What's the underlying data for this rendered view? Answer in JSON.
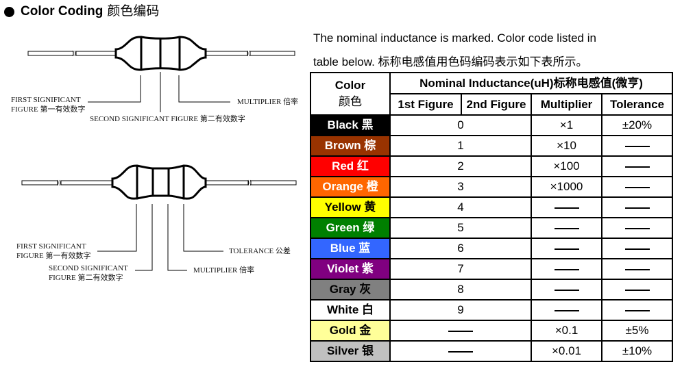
{
  "title": {
    "en": "Color Coding",
    "cn": "颜色编码"
  },
  "diagram_top": {
    "labels": {
      "first": [
        "FIRST SIGNIFICANT",
        "FIGURE 第一有效数字"
      ],
      "second": "SECOND SIGNIFICANT FIGURE 第二有效数字",
      "multiplier": "MULTIPLIER 倍率"
    }
  },
  "diagram_bottom": {
    "labels": {
      "first": [
        "FIRST SIGNIFICANT",
        "FIGURE 第一有效数字"
      ],
      "second": [
        "SECOND SIGNIFICANT",
        "FIGURE 第二有效数字"
      ],
      "multiplier": "MULTIPLIER 倍率",
      "tolerance": "TOLERANCE 公差"
    }
  },
  "intro": {
    "line1": "The nominal inductance is marked. Color code listed in",
    "line2": "table below. 标称电感值用色码编码表示如下表所示。"
  },
  "table": {
    "header": {
      "color_en": "Color",
      "color_cn": "颜色",
      "group": "Nominal Inductance(uH)标称电感值(微亨)",
      "cols": [
        "1st Figure",
        "2nd Figure",
        "Multiplier",
        "Tolerance"
      ]
    },
    "dash": "——",
    "rows": [
      {
        "label": "Black 黑",
        "bg": "#000000",
        "fg": "#ffffff",
        "figure": "0",
        "multiplier": "×1",
        "tolerance": "±20%"
      },
      {
        "label": "Brown 棕",
        "bg": "#993300",
        "fg": "#ffffff",
        "figure": "1",
        "multiplier": "×10",
        "tolerance": "——"
      },
      {
        "label": "Red 红",
        "bg": "#ff0000",
        "fg": "#ffffff",
        "figure": "2",
        "multiplier": "×100",
        "tolerance": "——"
      },
      {
        "label": "Orange 橙",
        "bg": "#ff6600",
        "fg": "#ffffff",
        "figure": "3",
        "multiplier": "×1000",
        "tolerance": "——"
      },
      {
        "label": "Yellow 黄",
        "bg": "#ffff00",
        "fg": "#000000",
        "figure": "4",
        "multiplier": "——",
        "tolerance": "——"
      },
      {
        "label": "Green 绿",
        "bg": "#008000",
        "fg": "#ffffff",
        "figure": "5",
        "multiplier": "——",
        "tolerance": "——"
      },
      {
        "label": "Blue 蓝",
        "bg": "#3366ff",
        "fg": "#ffffff",
        "figure": "6",
        "multiplier": "——",
        "tolerance": "——"
      },
      {
        "label": "Violet 紫",
        "bg": "#800080",
        "fg": "#ffffff",
        "figure": "7",
        "multiplier": "——",
        "tolerance": "——"
      },
      {
        "label": "Gray 灰",
        "bg": "#808080",
        "fg": "#000000",
        "figure": "8",
        "multiplier": "——",
        "tolerance": "——"
      },
      {
        "label": "White 白",
        "bg": "#ffffff",
        "fg": "#000000",
        "figure": "9",
        "multiplier": "——",
        "tolerance": "——"
      },
      {
        "label": "Gold 金",
        "bg": "#ffff99",
        "fg": "#000000",
        "figure": "——",
        "multiplier": "×0.1",
        "tolerance": "±5%"
      },
      {
        "label": "Silver 银",
        "bg": "#c0c0c0",
        "fg": "#000000",
        "figure": "——",
        "multiplier": "×0.01",
        "tolerance": "±10%"
      }
    ]
  }
}
